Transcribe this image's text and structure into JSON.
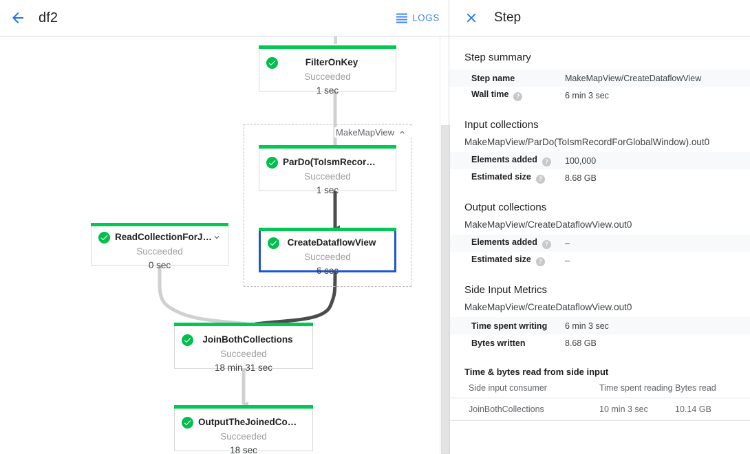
{
  "left": {
    "back_icon": "arrow-left-icon",
    "job_title": "df2",
    "logs_label": "LOGS",
    "logs_icon": "logs-list-icon"
  },
  "graph": {
    "group": {
      "label": "MakeMapView",
      "collapse_icon": "chevron-up-icon"
    },
    "nodes": [
      {
        "id": "filter-on-key",
        "name": "FilterOnKey",
        "status": "Succeeded",
        "time": "1 sec",
        "status_icon": "check-circle-icon",
        "selected": false,
        "expandable": false
      },
      {
        "id": "pardo-to-ism-record",
        "name": "ParDo(ToIsmRecordFor…",
        "status": "Succeeded",
        "time": "1 sec",
        "status_icon": "check-circle-icon",
        "selected": false,
        "expandable": false
      },
      {
        "id": "create-dataflow-view",
        "name": "CreateDataflowView",
        "status": "Succeeded",
        "time": "6 sec",
        "status_icon": "check-circle-icon",
        "selected": true,
        "expandable": false
      },
      {
        "id": "read-collection-for-join",
        "name": "ReadCollectionForJoin",
        "status": "Succeeded",
        "time": "0 sec",
        "status_icon": "check-circle-icon",
        "selected": false,
        "expandable": true,
        "expand_icon": "chevron-down-icon"
      },
      {
        "id": "join-both-collections",
        "name": "JoinBothCollections",
        "status": "Succeeded",
        "time": "18 min 31 sec",
        "status_icon": "check-circle-icon",
        "selected": false,
        "expandable": false
      },
      {
        "id": "output-the-joined-collection",
        "name": "OutputTheJoinedCollec…",
        "status": "Succeeded",
        "time": "18 sec",
        "status_icon": "check-circle-icon",
        "selected": false,
        "expandable": false
      }
    ]
  },
  "panel": {
    "close_icon": "close-icon",
    "title": "Step",
    "step_summary": {
      "heading": "Step summary",
      "rows": [
        {
          "key": "Step name",
          "value": "MakeMapView/CreateDataflowView",
          "help": false
        },
        {
          "key": "Wall time",
          "value": "6 min 3 sec",
          "help": true
        }
      ]
    },
    "input_collections": {
      "heading": "Input collections",
      "collection": "MakeMapView/ParDo(ToIsmRecordForGlobalWindow).out0",
      "rows": [
        {
          "key": "Elements added",
          "value": "100,000",
          "help": true
        },
        {
          "key": "Estimated size",
          "value": "8.68 GB",
          "help": true
        }
      ]
    },
    "output_collections": {
      "heading": "Output collections",
      "collection": "MakeMapView/CreateDataflowView.out0",
      "rows": [
        {
          "key": "Elements added",
          "value": "–",
          "help": true
        },
        {
          "key": "Estimated size",
          "value": "–",
          "help": true
        }
      ]
    },
    "side_input_metrics": {
      "heading": "Side Input Metrics",
      "collection": "MakeMapView/CreateDataflowView.out0",
      "rows": [
        {
          "key": "Time spent writing",
          "value": "6 min 3 sec",
          "help": false
        },
        {
          "key": "Bytes written",
          "value": "8.68 GB",
          "help": false
        }
      ]
    },
    "side_input_table": {
      "heading": "Time & bytes read from side input",
      "columns": [
        "Side input consumer",
        "Time spent reading",
        "Bytes read"
      ],
      "rows": [
        [
          "JoinBothCollections",
          "10 min 3 sec",
          "10.14 GB"
        ]
      ]
    }
  },
  "colors": {
    "accent_blue": "#1a73e8",
    "link_blue": "#4285f4",
    "success_green": "#00c853",
    "selection_blue": "#1a56d6",
    "edge_light": "#d0d0d0",
    "edge_dark": "#4c4c4c"
  }
}
